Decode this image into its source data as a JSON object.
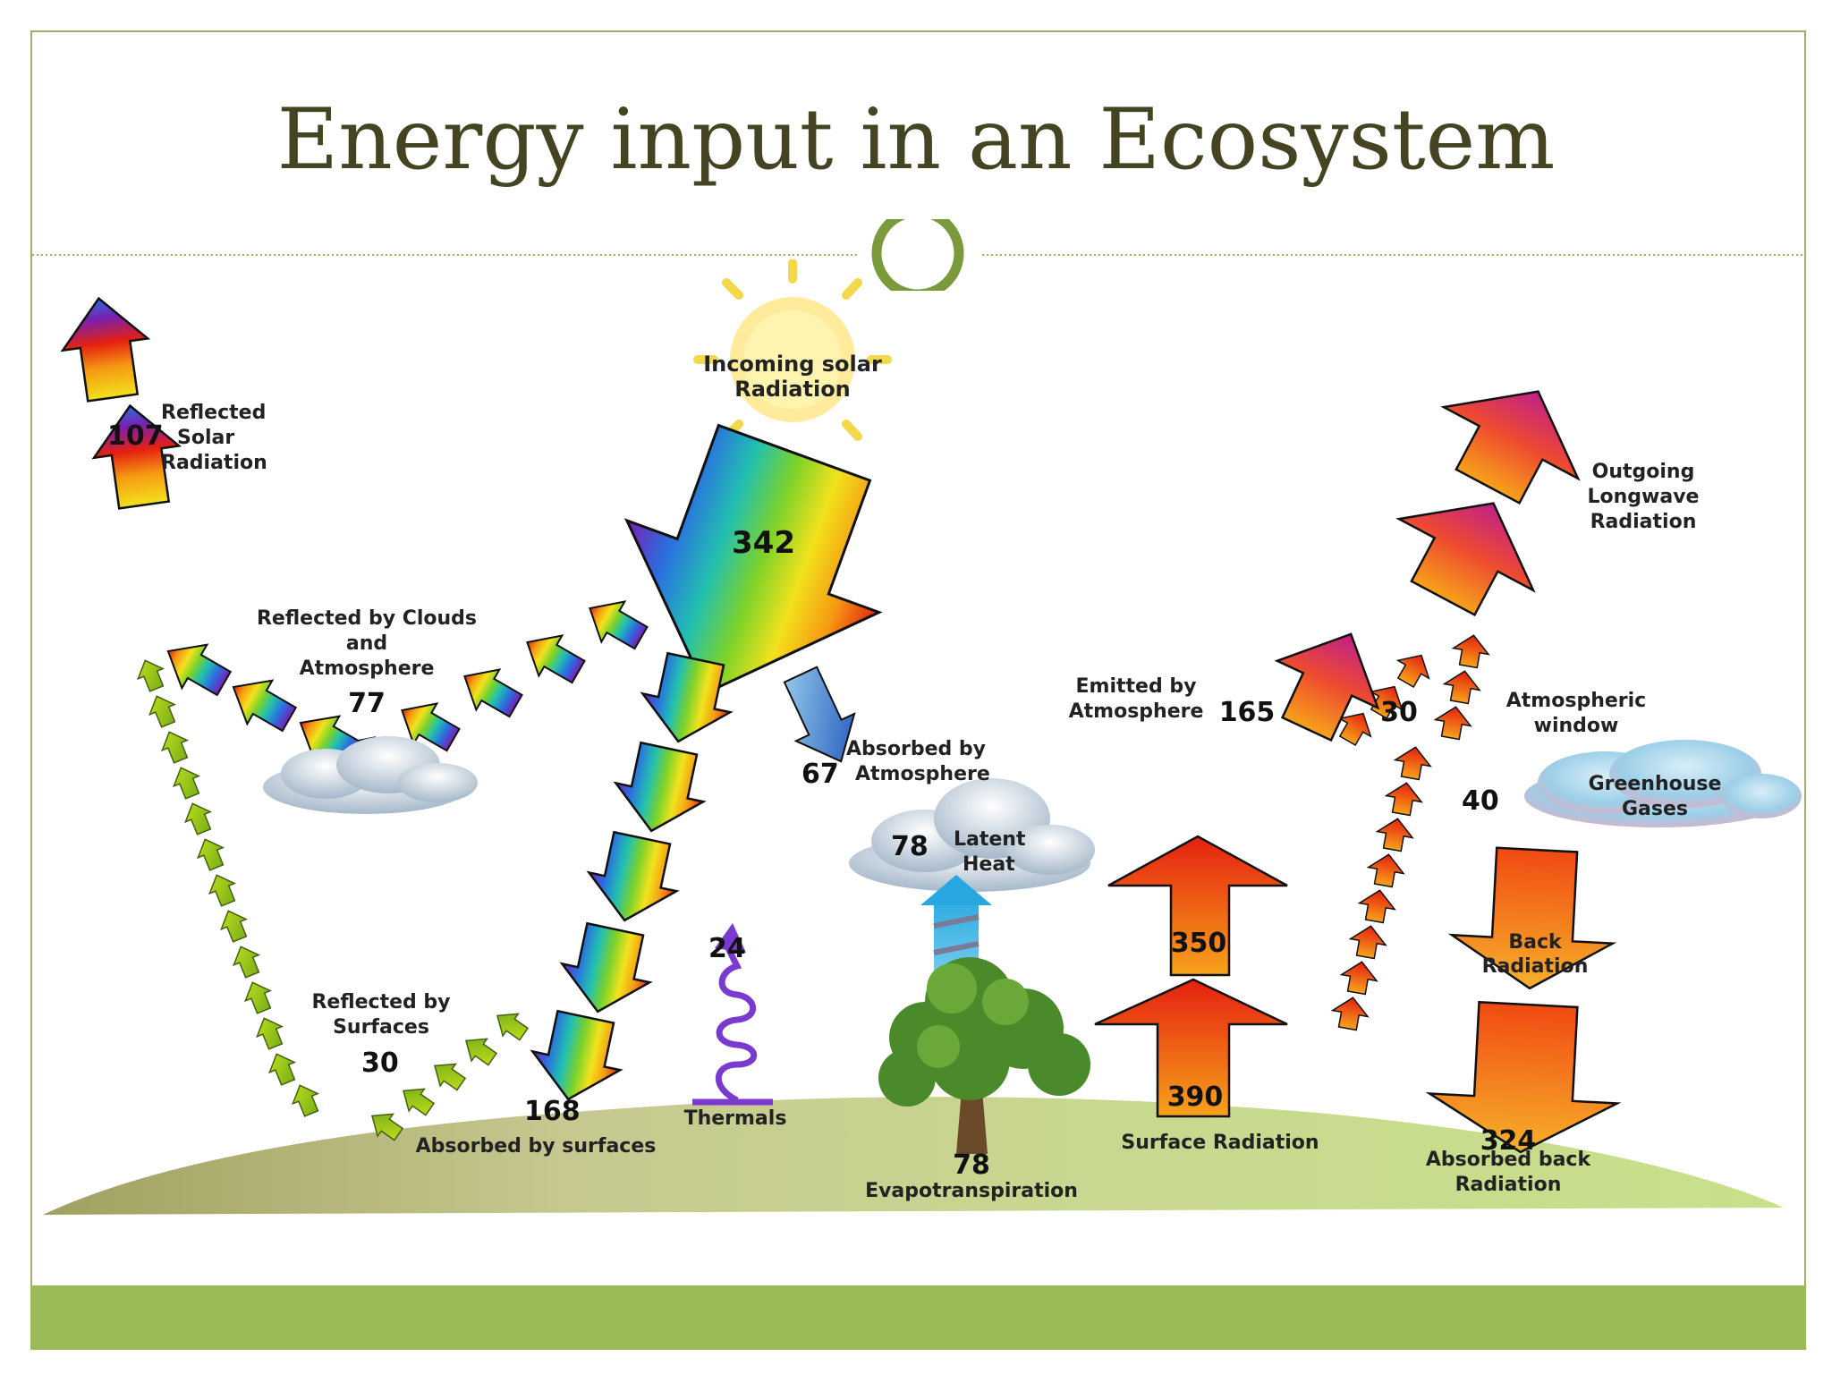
{
  "title": "Energy input in an Ecosystem",
  "colors": {
    "title": "#444422",
    "accent": "#7a9a3c",
    "bar": "#9bbb59"
  },
  "labels": {
    "incoming_line1": "Incoming solar",
    "incoming_line2": "Radiation",
    "incoming_value": "342",
    "reflected_solar_value": "107",
    "reflected_solar_line1": "Reflected",
    "reflected_solar_line2": "Solar",
    "reflected_solar_line3": "Radiation",
    "clouds_line1": "Reflected by Clouds",
    "clouds_line2": "and",
    "clouds_line3": "Atmosphere",
    "clouds_value": "77",
    "absorbed_atm_value": "67",
    "absorbed_atm_line1": "Absorbed by",
    "absorbed_atm_line2": "Atmosphere",
    "surfaces_line1": "Reflected by",
    "surfaces_line2": "Surfaces",
    "surfaces_value": "30",
    "absorbed_surf_value": "168",
    "absorbed_surf_label": "Absorbed by surfaces",
    "thermals_value": "24",
    "thermals_label": "Thermals",
    "latent_value": "78",
    "latent_line1": "Latent",
    "latent_line2": "Heat",
    "evapo_value": "78",
    "evapo_label": "Evapotranspiration",
    "emitted_line1": "Emitted by",
    "emitted_line2": "Atmosphere",
    "emitted_value": "165",
    "window_value": "30",
    "window_line1": "Atmospheric",
    "window_line2": "window",
    "outgoing_line1": "Outgoing",
    "outgoing_line2": "Longwave",
    "outgoing_line3": "Radiation",
    "greenhouse_line1": "Greenhouse",
    "greenhouse_line2": "Gases",
    "gh_value": "40",
    "surface_rad_upper": "350",
    "surface_rad_lower": "390",
    "surface_rad_label": "Surface Radiation",
    "back_line1": "Back",
    "back_line2": "Radiation",
    "absorbed_back_value": "324",
    "absorbed_back_line1": "Absorbed back",
    "absorbed_back_line2": "Radiation"
  }
}
